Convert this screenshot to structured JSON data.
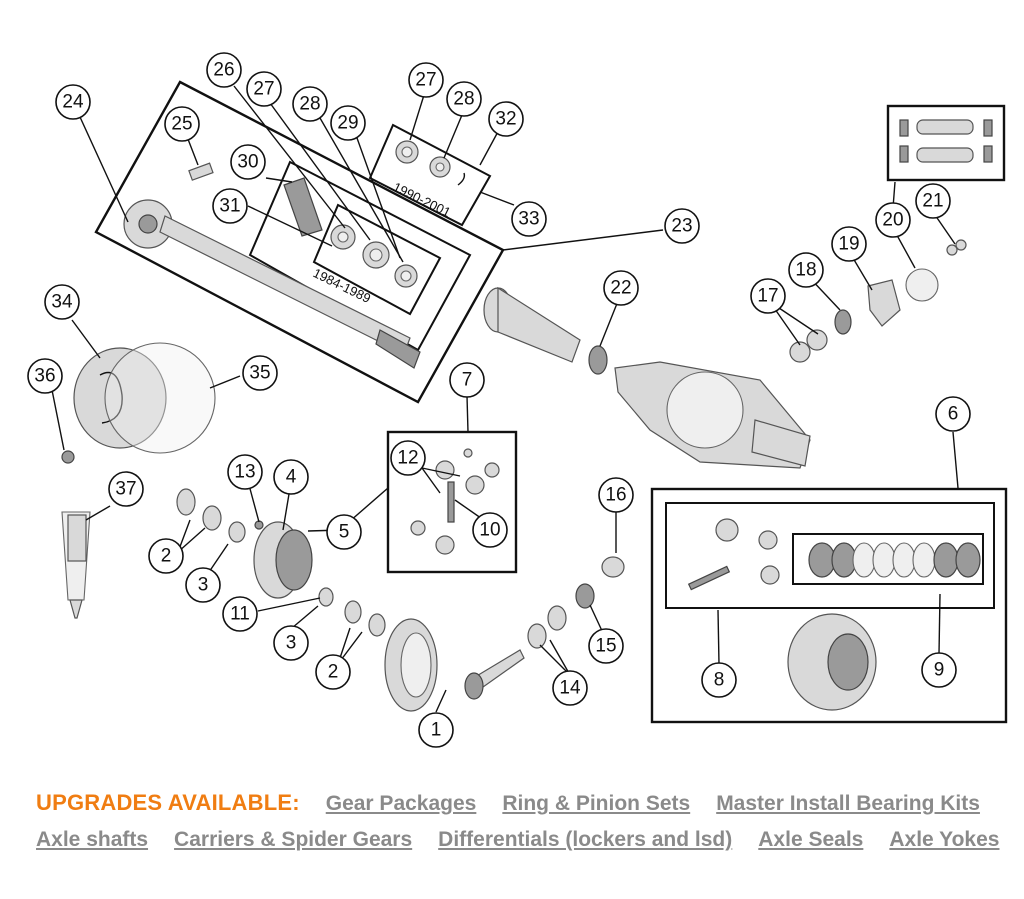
{
  "callouts": {
    "c1": "1",
    "c2a": "2",
    "c2b": "2",
    "c3a": "3",
    "c3b": "3",
    "c4": "4",
    "c5": "5",
    "c6": "6",
    "c7": "7",
    "c8": "8",
    "c9": "9",
    "c10": "10",
    "c11": "11",
    "c12": "12",
    "c13": "13",
    "c14": "14",
    "c15": "15",
    "c16": "16",
    "c17": "17",
    "c18": "18",
    "c19": "19",
    "c20": "20",
    "c21": "21",
    "c22": "22",
    "c23": "23",
    "c24": "24",
    "c25": "25",
    "c26": "26",
    "c27a": "27",
    "c27b": "27",
    "c28a": "28",
    "c28b": "28",
    "c29": "29",
    "c30": "30",
    "c31": "31",
    "c32": "32",
    "c33": "33",
    "c34": "34",
    "c35": "35",
    "c36": "36",
    "c37": "37"
  },
  "year_labels": {
    "early": "1984-1989",
    "late": "1990-2001"
  },
  "upgrades": {
    "title": "UPGRADES AVAILABLE:",
    "title_color": "#f07d12",
    "link_color": "#8a8a8a",
    "links": [
      "Gear Packages",
      "Ring & Pinion Sets",
      "Master Install Bearing Kits",
      "Axle shafts",
      "Carriers & Spider Gears",
      "Differentials (lockers and lsd)",
      "Axle Seals",
      "Axle Yokes"
    ]
  }
}
